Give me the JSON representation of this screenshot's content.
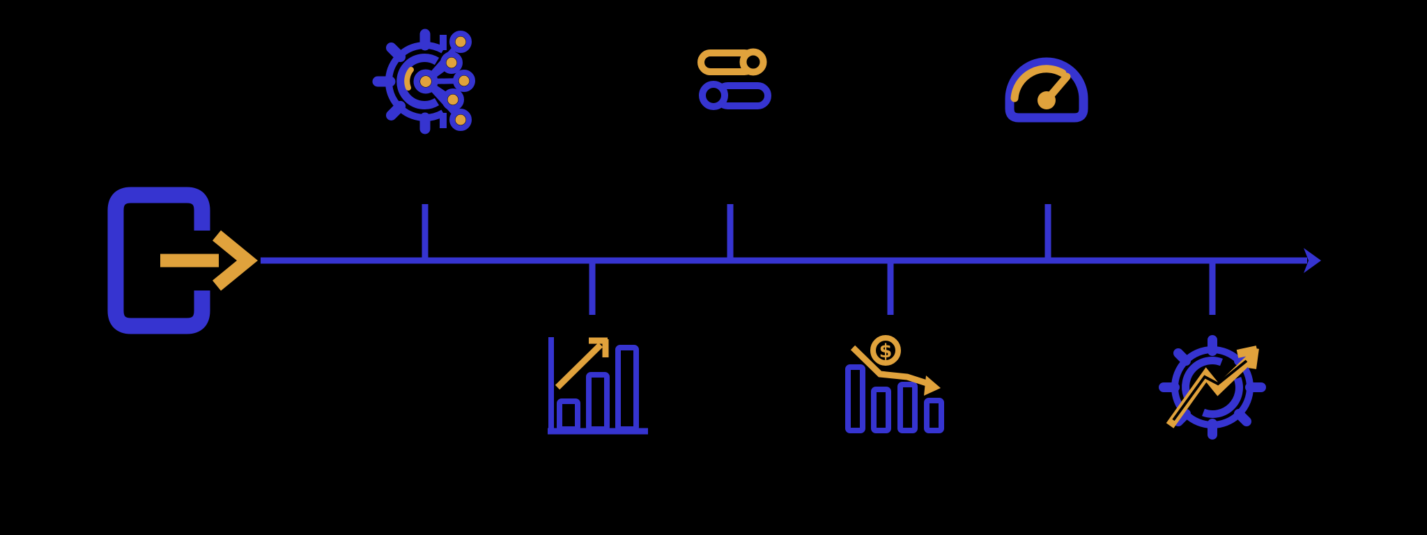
{
  "colors": {
    "background": "#000000",
    "primary": "#3634d0",
    "accent": "#e0a23c"
  },
  "diagram": {
    "type": "horizontal-process-timeline",
    "flow_direction": "left-to-right",
    "dollar_symbol": "$",
    "start": {
      "icon": "exit-door-arrow"
    },
    "milestones": [
      {
        "order": 1,
        "side": "above",
        "icon": "gear-network"
      },
      {
        "order": 2,
        "side": "below",
        "icon": "growth-bar-chart"
      },
      {
        "order": 3,
        "side": "above",
        "icon": "toggle-switches"
      },
      {
        "order": 4,
        "side": "below",
        "icon": "declining-cost-chart"
      },
      {
        "order": 5,
        "side": "above",
        "icon": "speedometer-gauge"
      },
      {
        "order": 6,
        "side": "below",
        "icon": "gear-growth-arrow"
      }
    ]
  }
}
